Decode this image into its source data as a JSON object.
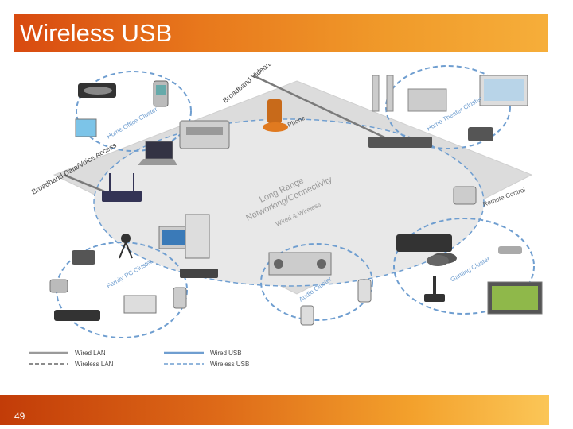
{
  "slide": {
    "title": "Wireless USB",
    "page_number": "49"
  },
  "diagram": {
    "center_label_1": "Long Range",
    "center_label_2": "Networking/Connectivity",
    "center_label_3": "Wired & Wireless",
    "labels": {
      "broadband_video": "Broadband Video/Data Access",
      "broadband_data": "Broadband Data/Voice Access",
      "phone": "Phone",
      "home_office": "Home Office Cluster",
      "home_theater": "Home Theater Cluster",
      "remote_control": "Remote Control",
      "family_pc": "Family PC Cluster",
      "audio": "Audio Cluster",
      "gaming": "Gaming Cluster"
    },
    "legend": {
      "wired_lan": "Wired LAN",
      "wireless_lan": "Wireless LAN",
      "wired_usb": "Wired USB",
      "wireless_usb": "Wireless USB"
    },
    "colors": {
      "wired_lan": "#9a9a9a",
      "wired_usb": "#6f9ed0",
      "wireless": "#666666"
    }
  }
}
